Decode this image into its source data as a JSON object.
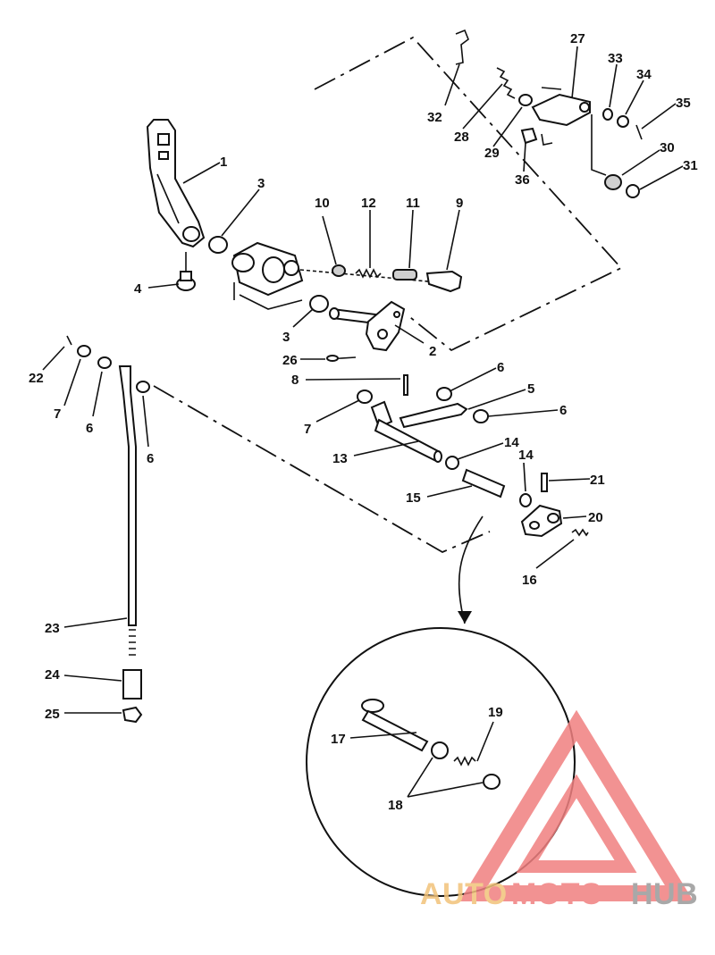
{
  "callouts": {
    "c1": "1",
    "c2": "2",
    "c3a": "3",
    "c3b": "3",
    "c4": "4",
    "c5": "5",
    "c6a": "6",
    "c6b": "6",
    "c6c": "6",
    "c6d": "6",
    "c7a": "7",
    "c7b": "7",
    "c8": "8",
    "c9": "9",
    "c10": "10",
    "c11": "11",
    "c12": "12",
    "c13": "13",
    "c14a": "14",
    "c14b": "14",
    "c15": "15",
    "c16": "16",
    "c17": "17",
    "c18": "18",
    "c19": "19",
    "c20": "20",
    "c21": "21",
    "c22": "22",
    "c23": "23",
    "c24": "24",
    "c25": "25",
    "c26": "26",
    "c27": "27",
    "c28": "28",
    "c29": "29",
    "c30": "30",
    "c31": "31",
    "c32": "32",
    "c33": "33",
    "c34": "34",
    "c35": "35",
    "c36": "36"
  },
  "watermark": {
    "brand_auto": "AUTO",
    "brand_moto": "MOTO",
    "brand_hub": "HUB",
    "color_primary": "#f08080",
    "color_secondary": "#f2c27a",
    "color_dark": "#9a9a9a"
  }
}
